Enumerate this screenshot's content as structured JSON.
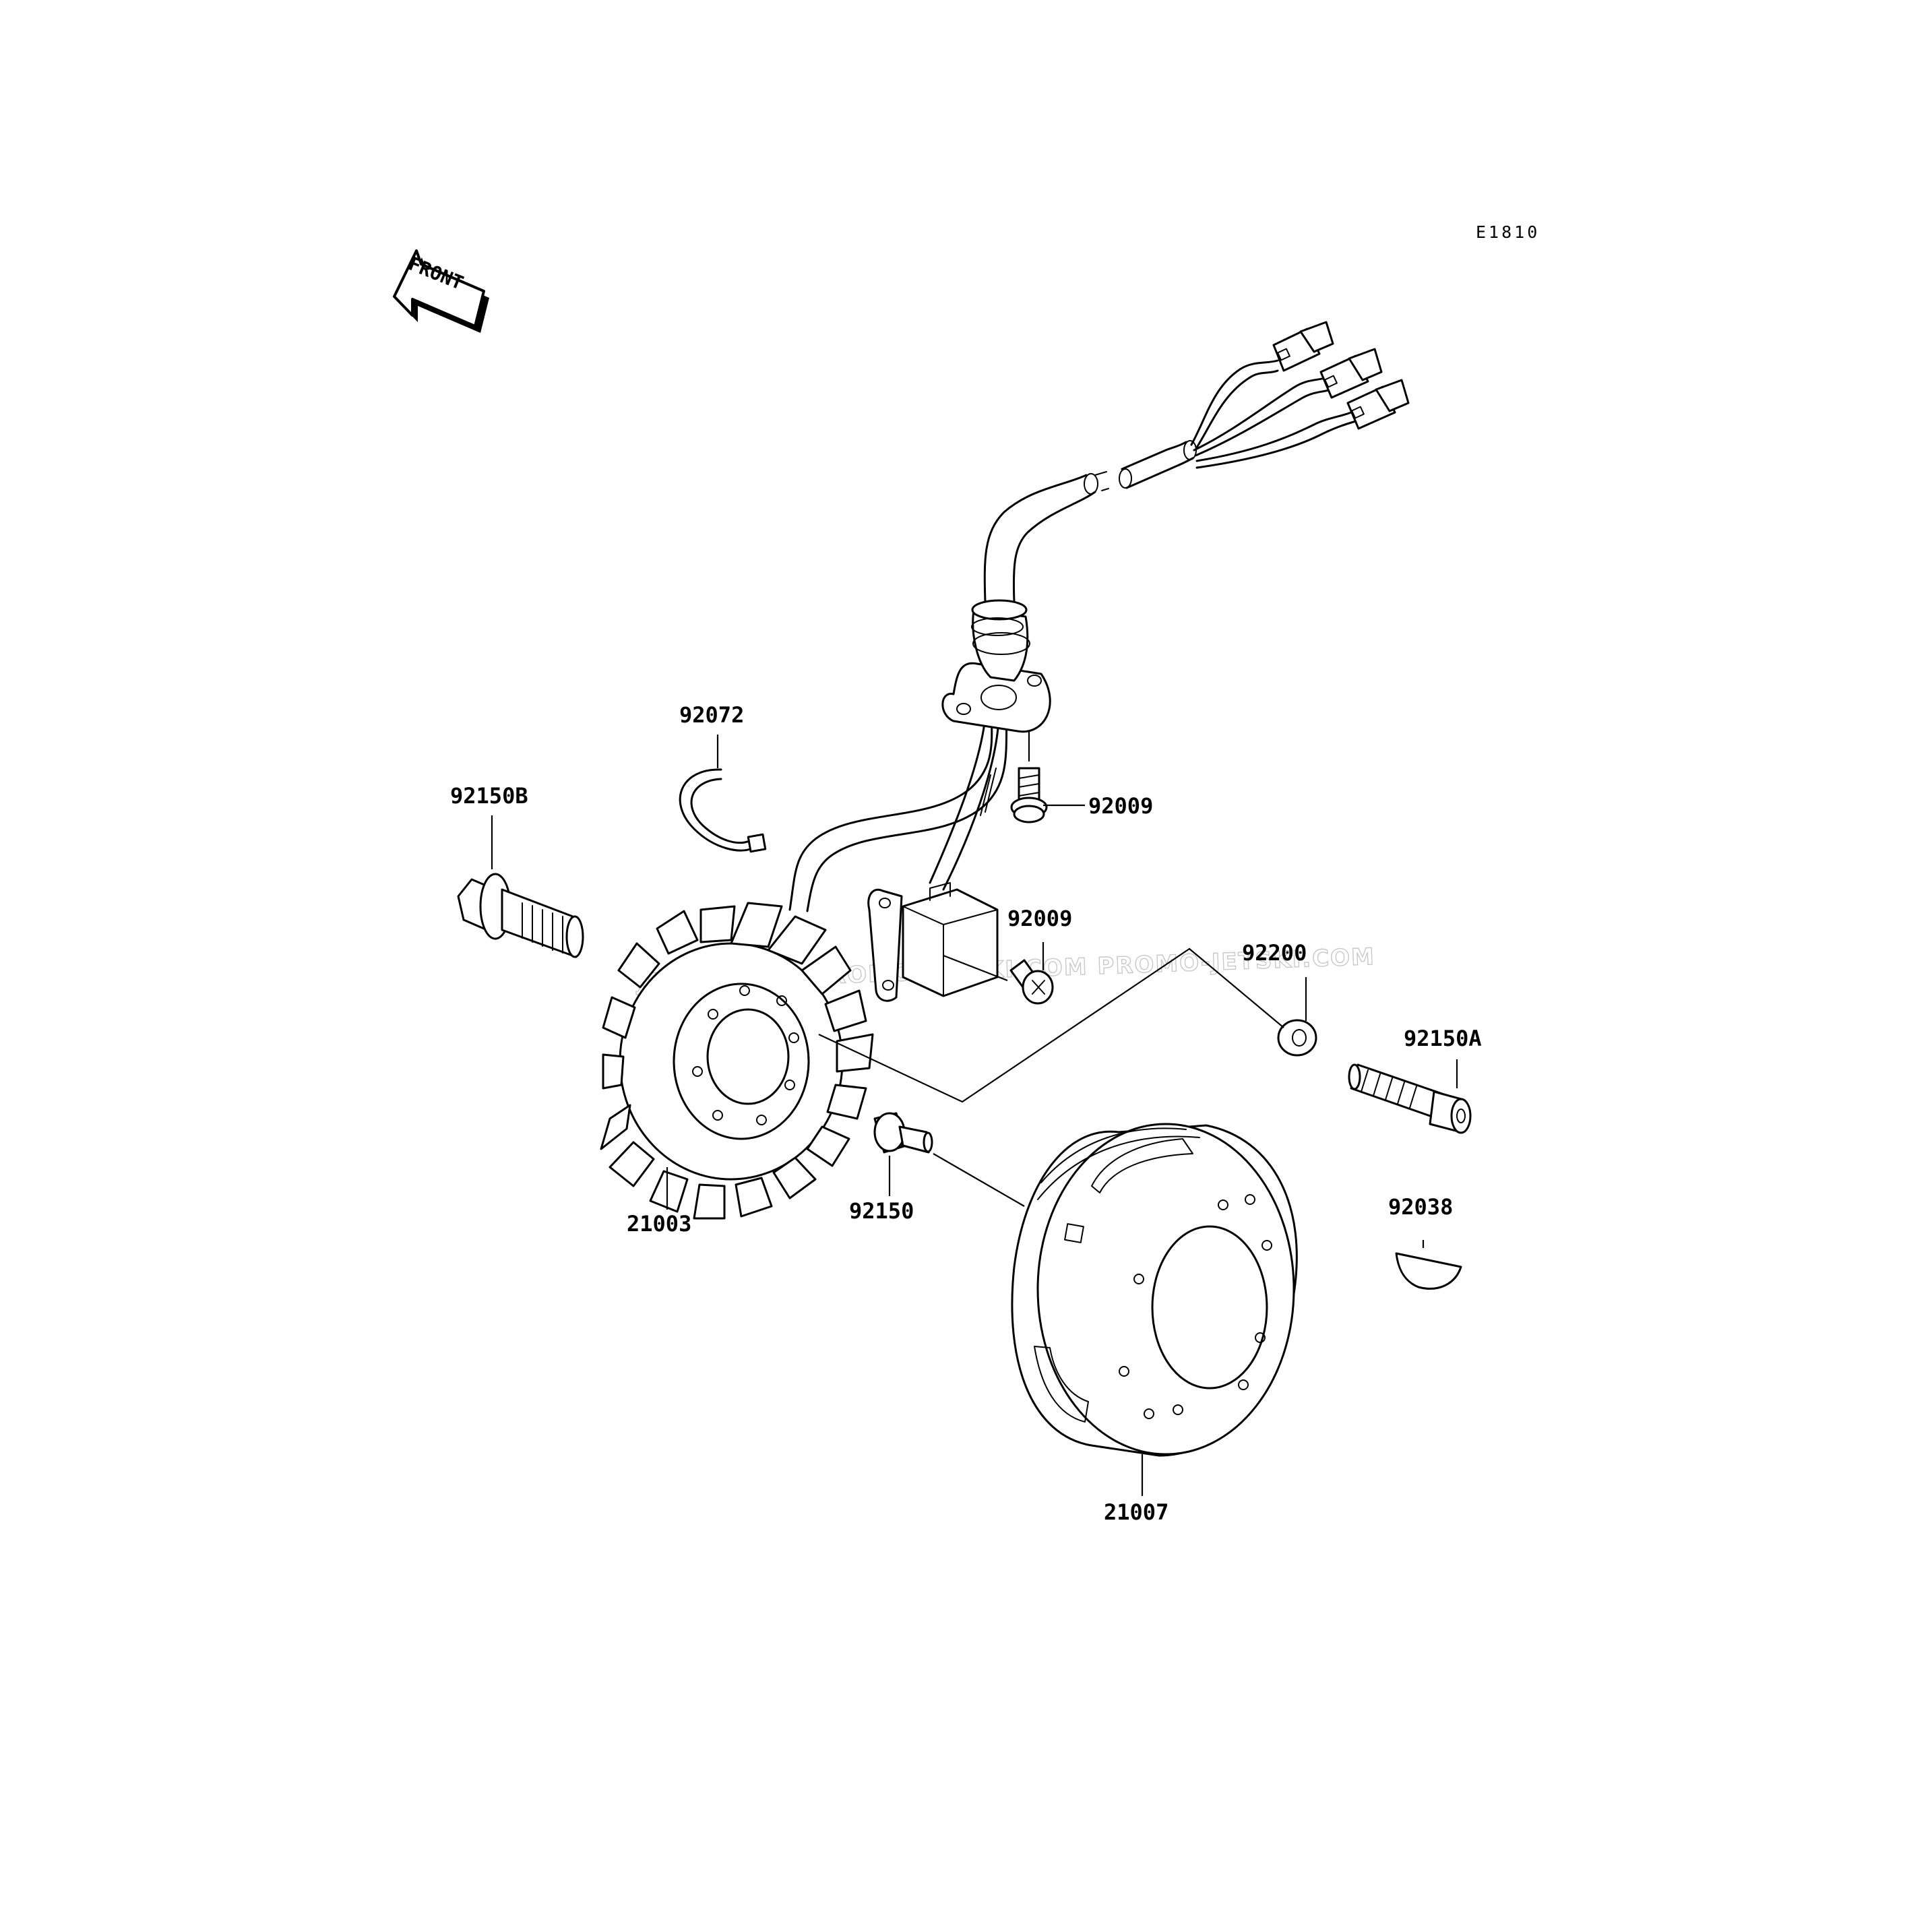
{
  "diagram": {
    "reference_code": "E1810",
    "front_indicator": "FRONT",
    "watermark": "JETSKI.COM  PROMO-JETSKI.COM  PROMO-JETSKI.COM",
    "parts": {
      "p92072": "92072",
      "p92150B": "92150B",
      "p92009_upper": "92009",
      "p92009_lower": "92009",
      "p92200": "92200",
      "p92150A": "92150A",
      "p21003": "21003",
      "p92150": "92150",
      "p92038": "92038",
      "p21007": "21007"
    }
  }
}
